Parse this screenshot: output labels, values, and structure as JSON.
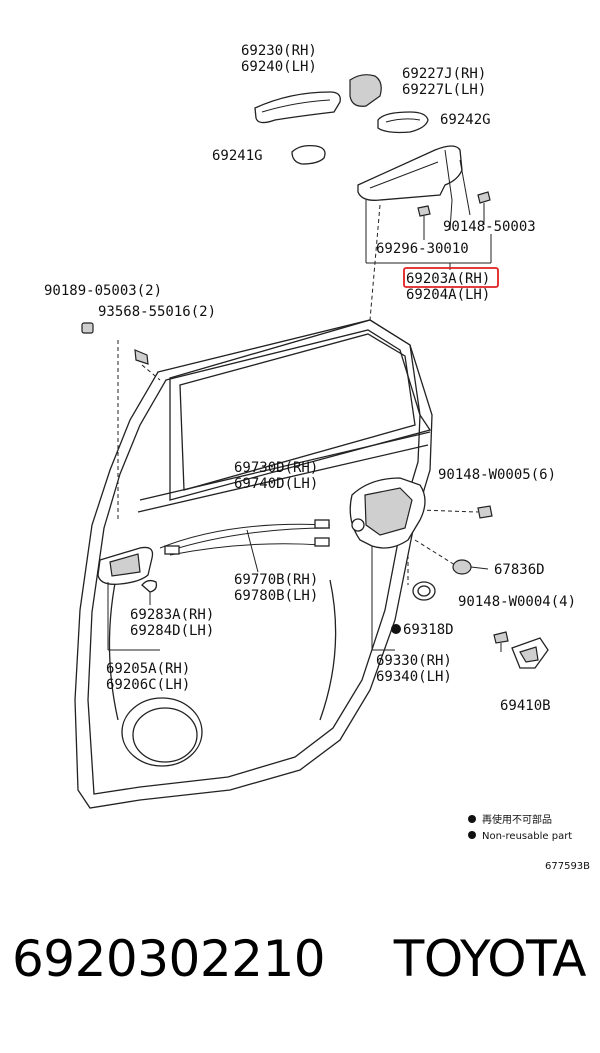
{
  "labels": {
    "l69230": "69230(RH)",
    "l69240": "69240(LH)",
    "l69227j": "69227J(RH)",
    "l69227l": "69227L(LH)",
    "l69242g": "69242G",
    "l69241g": "69241G",
    "l90148_50003": "90148-50003",
    "l69296": "69296-30010",
    "l69203a": "69203A(RH)",
    "l69204a": "69204A(LH)",
    "l90189": "90189-05003(2)",
    "l93568": "93568-55016(2)",
    "l69730d": "69730D(RH)",
    "l69740d": "69740D(LH)",
    "l90148_w0005": "90148-W0005(6)",
    "l67836d": "67836D",
    "l69770b": "69770B(RH)",
    "l69780b": "69780B(LH)",
    "l90148_w0004": "90148-W0004(4)",
    "l69283a": "69283A(RH)",
    "l69284d": "69284D(LH)",
    "l69318d": "69318D",
    "l69205a": "69205A(RH)",
    "l69206c": "69206C(LH)",
    "l69330": "69330(RH)",
    "l69340": "69340(LH)",
    "l69410b": "69410B"
  },
  "legend": {
    "jp": "再使用不可部品",
    "en": "Non-reusable part"
  },
  "figure_id": "677593B",
  "footer": {
    "part_number": "6920302210",
    "brand": "TOYOTA"
  },
  "colors": {
    "highlight": "#e02020",
    "ink": "#222222",
    "part_grey": "#cfcfcf"
  }
}
